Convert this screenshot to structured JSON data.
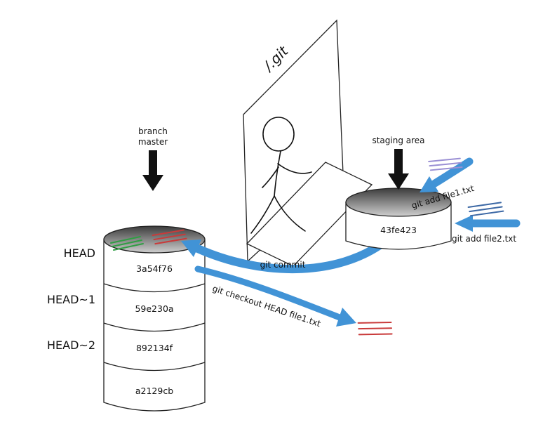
{
  "diagram": {
    "labels": {
      "git_dir": "/.git",
      "branch_line1": "branch",
      "branch_line2": "master",
      "staging_area": "staging area",
      "git_commit": "git commit",
      "git_checkout": "git checkout HEAD file1.txt",
      "git_add_file1": "git add file1.txt",
      "git_add_file2": "git add file2.txt"
    },
    "repository": {
      "head_labels": [
        "HEAD",
        "HEAD~1",
        "HEAD~2"
      ],
      "commits": [
        "3a54f76",
        "59e230a",
        "892134f",
        "a2129cb"
      ]
    },
    "staging": {
      "commit": "43fe423"
    },
    "colors": {
      "arrow_blue": "#4193d6",
      "black_arrow": "#111111",
      "hatch_red": "#c93a3a",
      "hatch_green": "#2f9e43",
      "hatch_purple": "#9a8fd4",
      "hatch_blue": "#3c68a5"
    }
  }
}
